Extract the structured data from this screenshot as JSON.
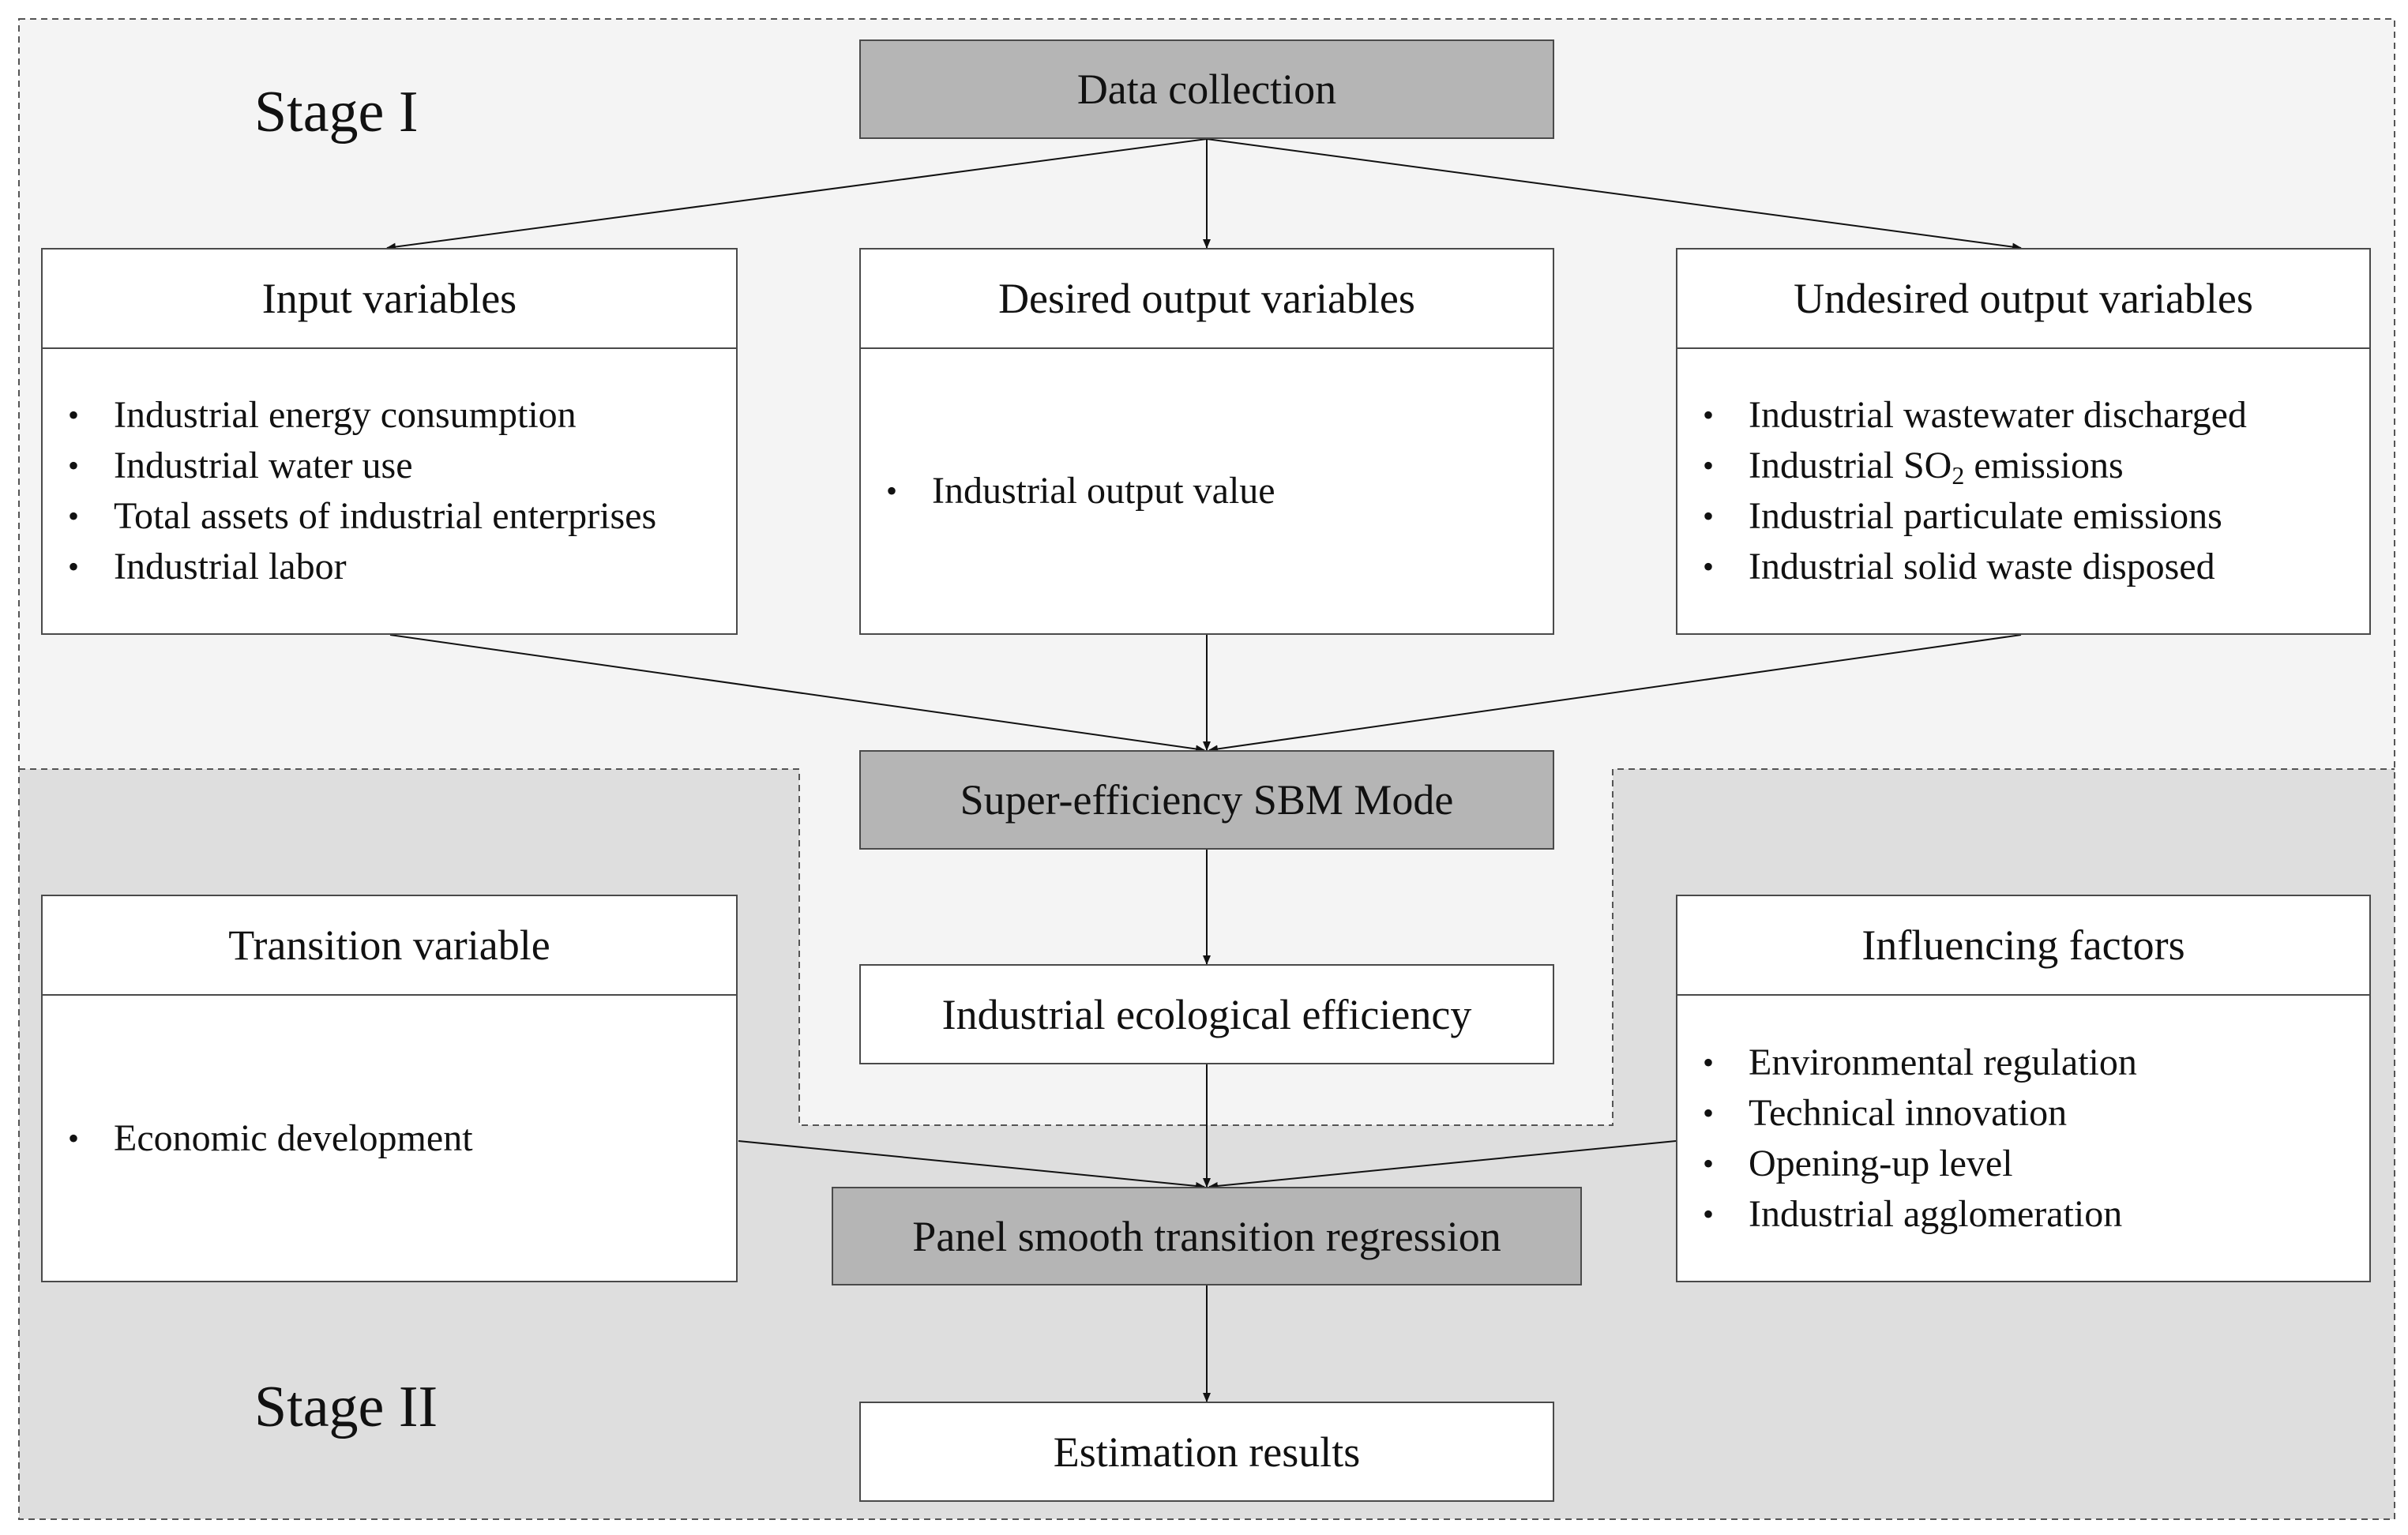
{
  "stages": {
    "stage1": "Stage I",
    "stage2": "Stage II"
  },
  "nodes": {
    "data_collection": "Data collection",
    "input": {
      "title": "Input variables",
      "items": [
        "Industrial energy consumption",
        "Industrial water use",
        "Total assets of industrial enterprises",
        "Industrial labor"
      ]
    },
    "desired": {
      "title": "Desired output variables",
      "items": [
        "Industrial output value"
      ]
    },
    "undesired": {
      "title": "Undesired output variables",
      "items": [
        "Industrial wastewater discharged",
        "Industrial SO2 emissions",
        "Industrial particulate emissions",
        "Industrial solid waste disposed"
      ],
      "so2": {
        "prefix": "Industrial SO",
        "subscript": "2",
        "suffix": " emissions"
      }
    },
    "sbm": "Super-efficiency SBM Mode",
    "efficiency": "Industrial ecological efficiency",
    "transition": {
      "title": "Transition variable",
      "items": [
        "Economic development"
      ]
    },
    "influencing": {
      "title": "Influencing factors",
      "items": [
        "Environmental regulation",
        "Technical innovation",
        "Opening-up level",
        "Industrial agglomeration"
      ]
    },
    "pstr": "Panel smooth transition regression",
    "results": "Estimation results"
  },
  "colors": {
    "stage1_bg": "#f4f4f4",
    "stage2_bg": "#dedede",
    "dark_box": "#b5b5b5",
    "border": "#4a4a4a"
  }
}
